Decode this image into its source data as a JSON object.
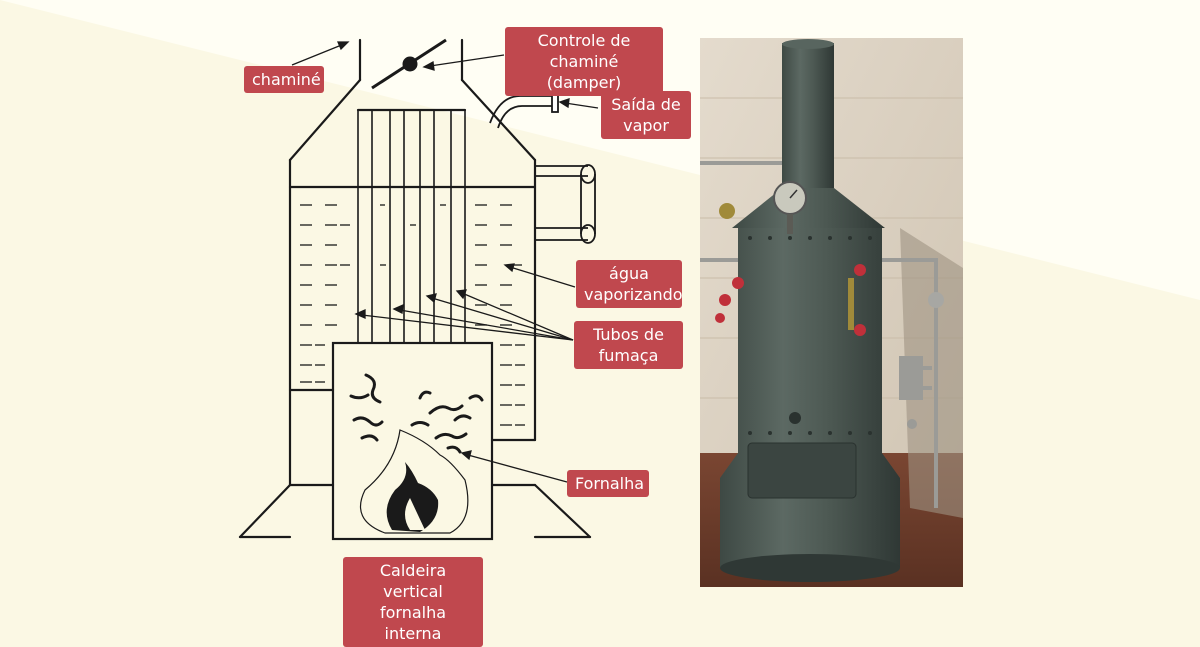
{
  "diagram": {
    "labels": {
      "chimney": "chaminé",
      "damper": "Controle de\nchaminé (damper)",
      "steam_outlet": "Saída de\nvapor",
      "water": "água\nvaporizando",
      "smoke_tubes": "Tubos de\nfumaça",
      "furnace": "Fornalha",
      "caption": "Caldeira vertical\nfornalha interna"
    }
  },
  "photo": {
    "subject": "vertical boiler photograph",
    "colors": {
      "boiler_body": "#4e5a55",
      "valves": "#c0303a",
      "wall": "#d9cfc0",
      "floor": "#6b3e2c"
    }
  },
  "colors": {
    "background": "#fbf8e4",
    "background_shade": "#fffef6",
    "label_bg": "#c0484e",
    "line": "#1a1a1a"
  }
}
